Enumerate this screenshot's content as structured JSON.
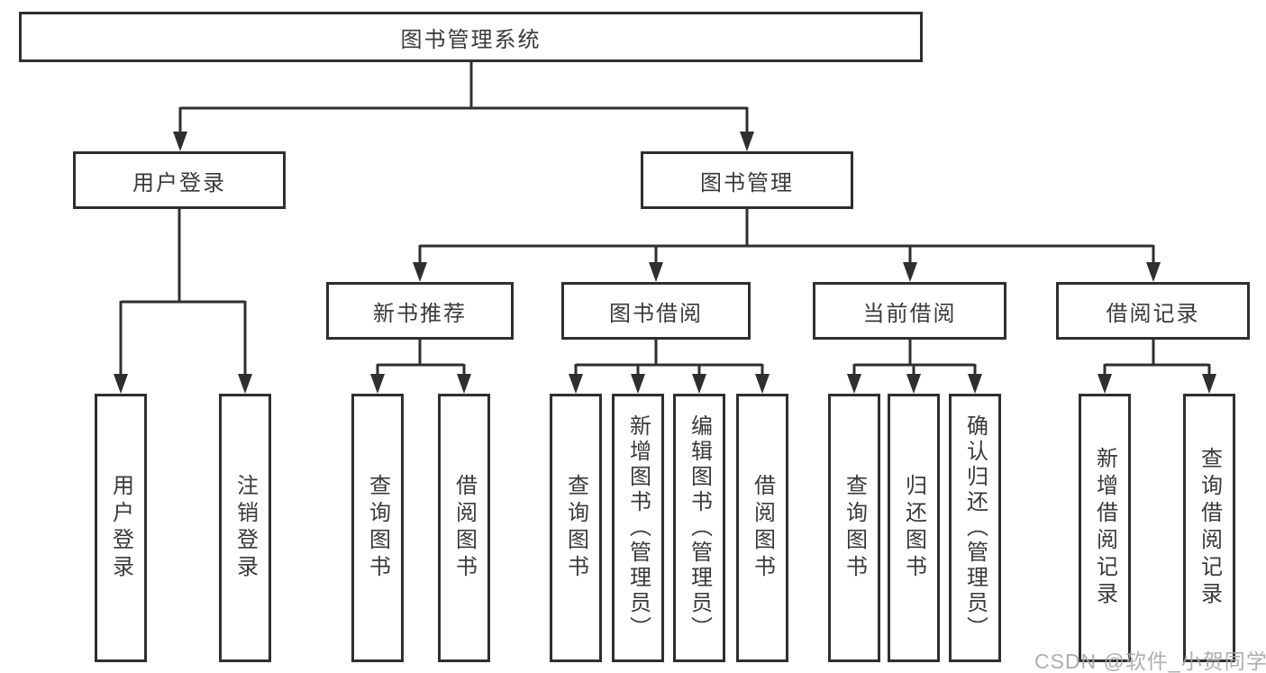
{
  "diagram_title": "图书管理系统",
  "nodes": {
    "root": "图书管理系统",
    "user_login": "用户登录",
    "book_mgmt": "图书管理",
    "new_book_rec": "新书推荐",
    "book_borrow": "图书借阅",
    "current_borrow": "当前借阅",
    "borrow_record": "借阅记录",
    "leaf_user_login": "用户登录",
    "leaf_logout": "注销登录",
    "leaf_query_book_rec": "查询图书",
    "leaf_borrow_book_rec": "借阅图书",
    "leaf_query_book_borrow": "查询图书",
    "leaf_add_book": "新增图书（管理员）",
    "leaf_edit_book": "编辑图书（管理员）",
    "leaf_borrow_book": "借阅图书",
    "leaf_query_book_current": "查询图书",
    "leaf_return_book": "归还图书",
    "leaf_confirm_return": "确认归还（管理员）",
    "leaf_add_record": "新增借阅记录",
    "leaf_query_record": "查询借阅记录"
  },
  "hierarchy": {
    "图书管理系统": {
      "用户登录": [
        "用户登录",
        "注销登录"
      ],
      "图书管理": {
        "新书推荐": [
          "查询图书",
          "借阅图书"
        ],
        "图书借阅": [
          "查询图书",
          "新增图书（管理员）",
          "编辑图书（管理员）",
          "借阅图书"
        ],
        "当前借阅": [
          "查询图书",
          "归还图书",
          "确认归还（管理员）"
        ],
        "借阅记录": [
          "新增借阅记录",
          "查询借阅记录"
        ]
      }
    }
  },
  "watermark": "CSDN @软件_小贺同学",
  "colors": {
    "line": "#2f2f2f",
    "text": "#3a3a3a",
    "box_background": "#ffffff",
    "watermark": "#a5a5a5"
  }
}
